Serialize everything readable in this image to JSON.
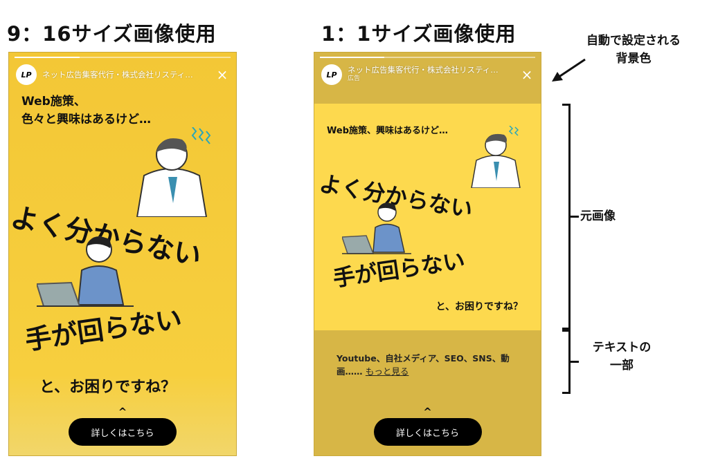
{
  "titles": {
    "left": "9：16サイズ画像使用",
    "right": "1：1サイズ画像使用"
  },
  "story": {
    "account": "ネット広告集客代行・株式会社リスティ…",
    "sponsored": "広告",
    "avatar_text": "LP",
    "close_icon": "×",
    "caret": "^",
    "cta": "詳しくはこちら"
  },
  "creative": {
    "left_intro_1": "Web施策、",
    "left_intro_2": "色々と興味はあるけど…",
    "right_intro": "Web施策、興味はあるけど…",
    "headline_1": "よく分からない",
    "headline_2": "手が回らない",
    "closing": "と、お困りですね？"
  },
  "caption": {
    "text_1": "Youtube、自社メディア、SEO、SNS、動",
    "text_2": "画……",
    "more": "もっと見る"
  },
  "annotations": {
    "bg_1": "自動で設定される",
    "bg_2": "背景色",
    "original": "元画像",
    "text_part_1": "テキストの",
    "text_part_2": "一部"
  },
  "colors": {
    "yellow": "#f5c935",
    "bg_band": "#d7b646",
    "cta": "#000000"
  }
}
